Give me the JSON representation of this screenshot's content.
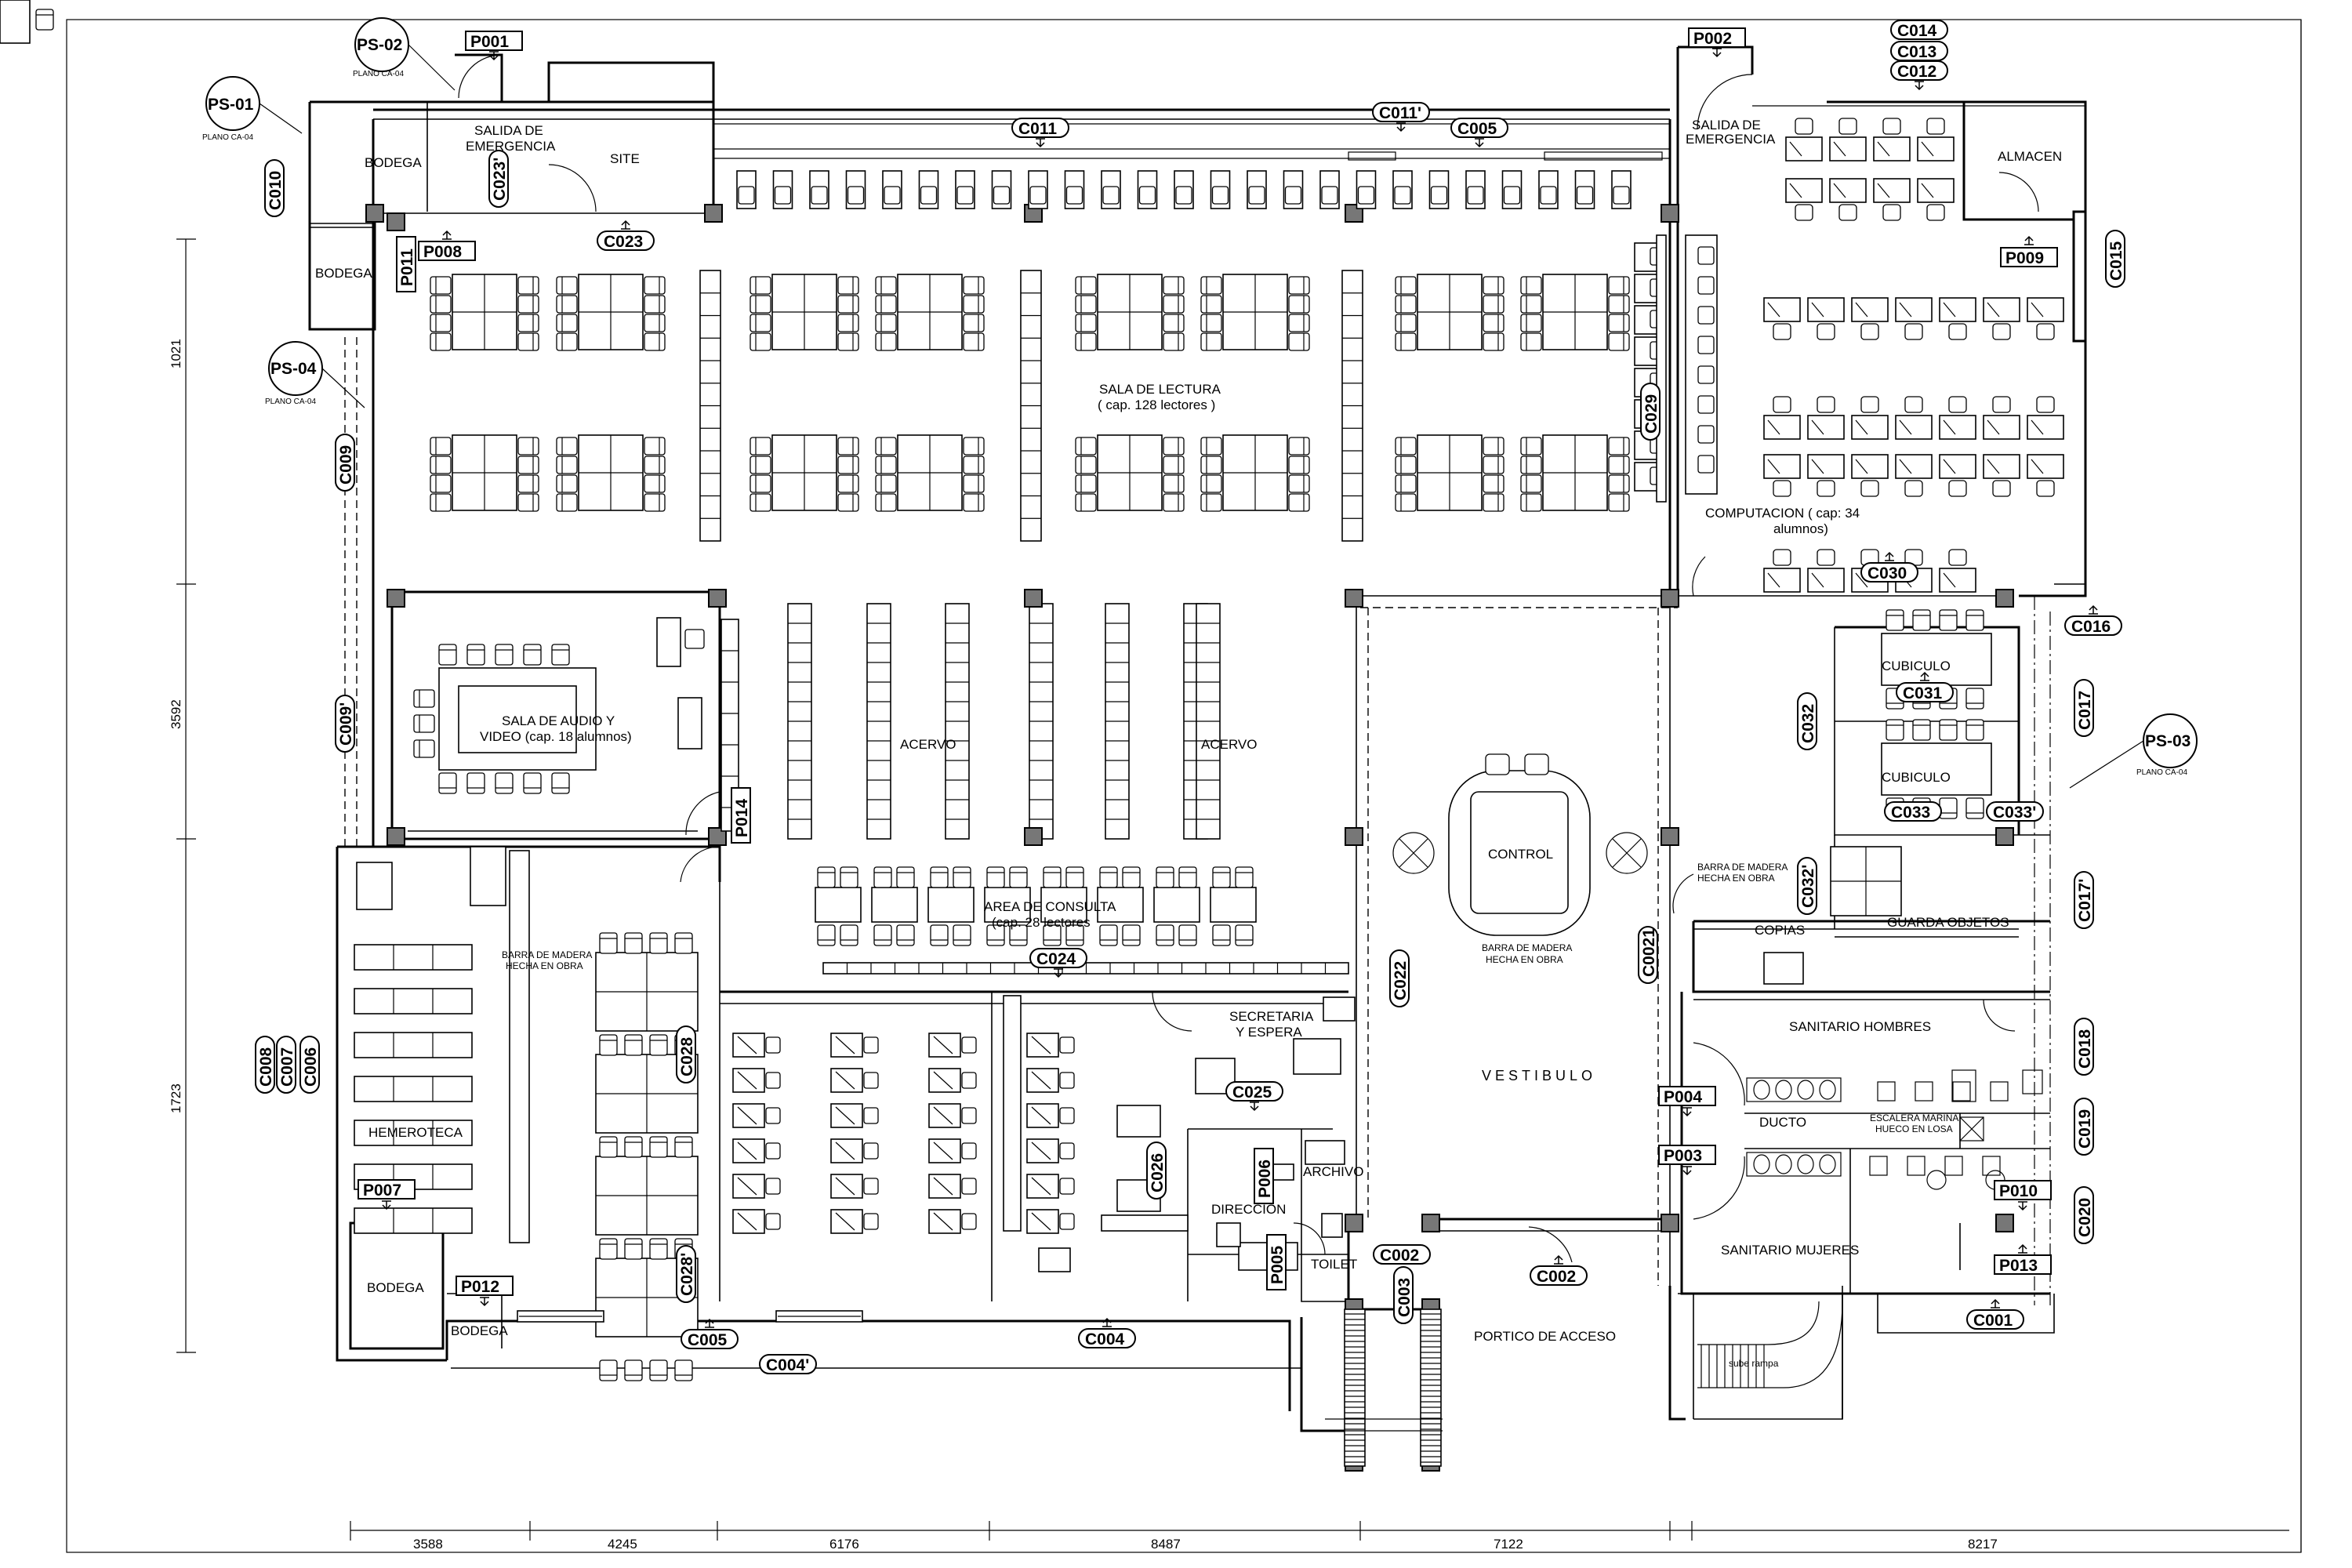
{
  "rooms": {
    "bodega_nw": "BODEGA",
    "salida_emergencia_w_1": "SALIDA DE",
    "salida_emergencia_w_2": "EMERGENCIA",
    "site": "SITE",
    "bodega_w2": "BODEGA",
    "salida_emergencia_e_1": "SALIDA DE",
    "salida_emergencia_e_2": "EMERGENCIA",
    "almacen": "ALMACEN",
    "sala_lectura_1": "SALA DE LECTURA",
    "sala_lectura_2": "( cap. 128 lectores )",
    "computacion_1": "COMPUTACION ( cap: 34",
    "computacion_2": "alumnos)",
    "audio_video_1": "SALA DE AUDIO Y",
    "audio_video_2": "VIDEO (cap. 18 alumnos)",
    "acervo_1": "ACERVO",
    "acervo_2": "ACERVO",
    "cubiculo_1": "CUBICULO",
    "cubiculo_2": "CUBICULO",
    "control": "CONTROL",
    "barra_control_1": "BARRA DE MADERA",
    "barra_control_2": "HECHA EN OBRA",
    "barra_w_1": "BARRA DE MADERA",
    "barra_w_2": "HECHA EN OBRA",
    "barra_e_1": "BARRA DE MADERA",
    "barra_e_2": "HECHA EN OBRA",
    "area_consulta_1": "AREA DE CONSULTA",
    "area_consulta_2": "(cap. 28 lectores",
    "copias": "COPIAS",
    "guarda_objetos": "GUARDA OBJETOS",
    "sanitario_hombres": "SANITARIO HOMBRES",
    "ducto": "DUCTO",
    "escalera_1": "ESCALERA MARINA",
    "escalera_2": "HUECO EN LOSA",
    "sanitario_mujeres": "SANITARIO MUJERES",
    "hemeroteca": "HEMEROTECA",
    "secretaria_1": "SECRETARIA",
    "secretaria_2": "Y ESPERA",
    "archivo": "ARCHIVO",
    "direccion": "DIRECCION",
    "toilet": "TOILET",
    "vestibulo": "VESTIBULO",
    "portico": "PORTICO DE ACCESO",
    "bodega_sw": "BODEGA",
    "bodega_sw2": "BODEGA",
    "sube_rampa": "sube rampa"
  },
  "tags": {
    "P001": "P001",
    "P002": "P002",
    "P003": "P003",
    "P004": "P004",
    "P005": "P005",
    "P006": "P006",
    "P007": "P007",
    "P008": "P008",
    "P009": "P009",
    "P010": "P010",
    "P011": "P011",
    "P012": "P012",
    "P013": "P013",
    "P014": "P014",
    "C001": "C001",
    "C002a": "C002",
    "C002b": "C002",
    "C003": "C003",
    "C004a": "C004",
    "C004b": "C004'",
    "C005a": "C005",
    "C005b": "C005",
    "C006": "C006",
    "C007": "C007",
    "C008": "C008",
    "C009a": "C009",
    "C009b": "C009'",
    "C010": "C010",
    "C011a": "C011",
    "C011b": "C011'",
    "C012": "C012",
    "C013": "C013",
    "C014": "C014",
    "C015": "C015",
    "C016": "C016",
    "C017a": "C017",
    "C017b": "C017'",
    "C018": "C018",
    "C019": "C019",
    "C020": "C020",
    "C0021": "C0021",
    "C022": "C022",
    "C023a": "C023",
    "C023b": "C023'",
    "C024": "C024",
    "C025": "C025",
    "C026": "C026",
    "C028a": "C028",
    "C028b": "C028'",
    "C029": "C029",
    "C030": "C030",
    "C031": "C031",
    "C032a": "C032",
    "C032b": "C032'",
    "C033a": "C033",
    "C033b": "C033'"
  },
  "sections": {
    "ps01": "PS-01",
    "ps02": "PS-02",
    "ps03": "PS-03",
    "ps04": "PS-04",
    "sub01": "PLANO CA-04",
    "sub02": "PLANO CA-04",
    "sub03": "PLANO CA-04",
    "sub04": "PLANO CA-04"
  },
  "dims": {
    "bottom": [
      "3588",
      "4245",
      "6176",
      "8487",
      "7122",
      "8217"
    ],
    "left": [
      "1021",
      "3592",
      "1723"
    ]
  }
}
